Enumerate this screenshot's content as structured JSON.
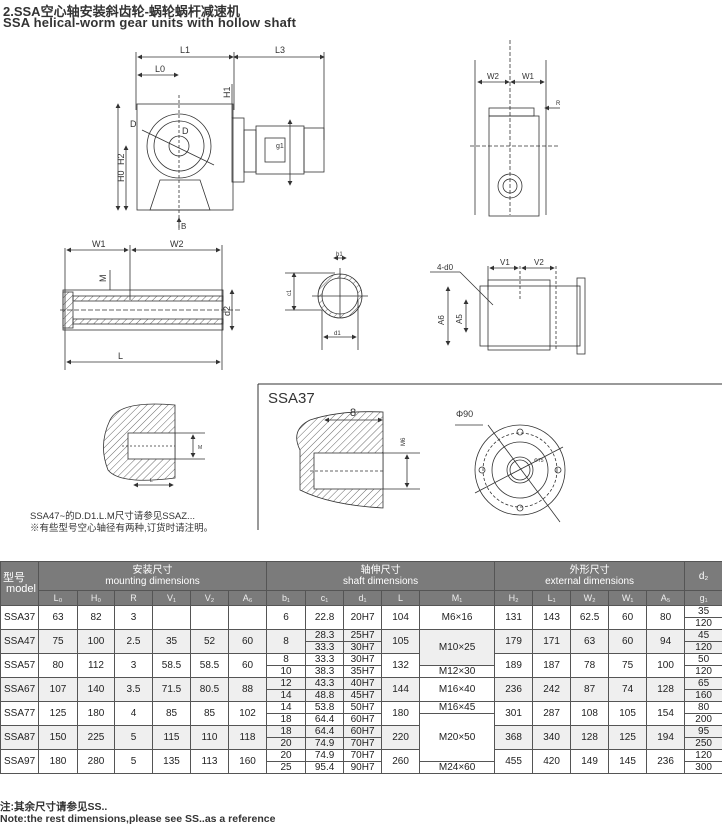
{
  "title_cn": "2.SSA空心轴安装斜齿轮-蜗轮蜗杆减速机",
  "title_en": "SSA helical-worm gear units with hollow shaft",
  "drawings": {
    "main": {
      "L1": "L1",
      "L0": "L0",
      "L3": "L3",
      "H1": "H1",
      "H2": "H2",
      "H0": "H0",
      "D": "D",
      "B": "B",
      "g1": "g1"
    },
    "side": {
      "W2": "W2",
      "W1": "W1",
      "R": "R"
    },
    "shaft": {
      "W1": "W1",
      "W2": "W2",
      "M": "M",
      "d2": "d2",
      "L": "L"
    },
    "section": {
      "b1": "b1",
      "c1": "c1",
      "d1": "d1"
    },
    "flange": {
      "d0": "4-d0",
      "V1": "V1",
      "V2": "V2",
      "A6": "A6",
      "A5": "A5"
    },
    "detail": {
      "M": "M",
      "L": "L"
    },
    "ssa37": {
      "title": "SSA37",
      "depth": "8",
      "thread": "M6",
      "outer": "Φ90",
      "inner": "Φ75"
    }
  },
  "notes": [
    "SSA47~的D.D1.L.M尺寸请参见SSAZ...",
    "※有些型号空心轴径有两种,订货时请注明。"
  ],
  "table": {
    "model_cn": "型号",
    "model_en": "model",
    "groups": [
      {
        "cn": "安装尺寸",
        "en": "mounting dimensions"
      },
      {
        "cn": "轴伸尺寸",
        "en": "shaft dimensions"
      },
      {
        "cn": "外形尺寸",
        "en": "external dimensions"
      }
    ],
    "d2_label": "d₂",
    "g1_label": "g₁",
    "columns": [
      "L₀",
      "H₀",
      "R",
      "V₁",
      "V₂",
      "A₆",
      "b₁",
      "c₁",
      "d₁",
      "L",
      "M₁",
      "H₂",
      "L₁",
      "W₂",
      "W₁",
      "A₅"
    ],
    "rows": [
      {
        "model": "SSA37",
        "L0": "63",
        "H0": "82",
        "R": "3",
        "V1": "",
        "V2": "",
        "A6": "",
        "b1": [
          "6"
        ],
        "c1": [
          "22.8"
        ],
        "d1": [
          "20H7"
        ],
        "L": "104",
        "H2": "131",
        "L1": "143",
        "W2": "62.5",
        "W1": "60",
        "A5": "80",
        "d2": "35",
        "g1": "120"
      },
      {
        "model": "SSA47",
        "L0": "75",
        "H0": "100",
        "R": "2.5",
        "V1": "35",
        "V2": "52",
        "A6": "60",
        "b1": [
          "8"
        ],
        "c1": [
          "28.3",
          "33.3"
        ],
        "d1": [
          "25H7",
          "30H7"
        ],
        "L": "105",
        "H2": "179",
        "L1": "171",
        "W2": "63",
        "W1": "60",
        "A5": "94",
        "d2": "45",
        "g1": "120"
      },
      {
        "model": "SSA57",
        "L0": "80",
        "H0": "112",
        "R": "3",
        "V1": "58.5",
        "V2": "58.5",
        "A6": "60",
        "b1": [
          "8",
          "10"
        ],
        "c1": [
          "33.3",
          "38.3"
        ],
        "d1": [
          "30H7",
          "35H7"
        ],
        "L": "132",
        "H2": "189",
        "L1": "187",
        "W2": "78",
        "W1": "75",
        "A5": "100",
        "d2": "50",
        "g1": "120"
      },
      {
        "model": "SSA67",
        "L0": "107",
        "H0": "140",
        "R": "3.5",
        "V1": "71.5",
        "V2": "80.5",
        "A6": "88",
        "b1": [
          "12",
          "14"
        ],
        "c1": [
          "43.3",
          "48.8"
        ],
        "d1": [
          "40H7",
          "45H7"
        ],
        "L": "144",
        "H2": "236",
        "L1": "242",
        "W2": "87",
        "W1": "74",
        "A5": "128",
        "d2": "65",
        "g1": "160"
      },
      {
        "model": "SSA77",
        "L0": "125",
        "H0": "180",
        "R": "4",
        "V1": "85",
        "V2": "85",
        "A6": "102",
        "b1": [
          "14",
          "18"
        ],
        "c1": [
          "53.8",
          "64.4"
        ],
        "d1": [
          "50H7",
          "60H7"
        ],
        "L": "180",
        "H2": "301",
        "L1": "287",
        "W2": "108",
        "W1": "105",
        "A5": "154",
        "d2": "80",
        "g1": "200"
      },
      {
        "model": "SSA87",
        "L0": "150",
        "H0": "225",
        "R": "5",
        "V1": "115",
        "V2": "110",
        "A6": "118",
        "b1": [
          "18",
          "20"
        ],
        "c1": [
          "64.4",
          "74.9"
        ],
        "d1": [
          "60H7",
          "70H7"
        ],
        "L": "220",
        "H2": "368",
        "L1": "340",
        "W2": "128",
        "W1": "125",
        "A5": "194",
        "d2": "95",
        "g1": "250"
      },
      {
        "model": "SSA97",
        "L0": "180",
        "H0": "280",
        "R": "5",
        "V1": "135",
        "V2": "113",
        "A6": "160",
        "b1": [
          "20",
          "25"
        ],
        "c1": [
          "74.9",
          "95.4"
        ],
        "d1": [
          "70H7",
          "90H7"
        ],
        "L": "260",
        "H2": "455",
        "L1": "420",
        "W2": "149",
        "W1": "145",
        "A5": "236",
        "d2": "120",
        "g1": "300"
      }
    ],
    "m1": [
      {
        "value": "M6×16",
        "start": 0,
        "span": 2
      },
      {
        "value": "M10×25",
        "start": 2,
        "span": 3
      },
      {
        "value": "M12×30",
        "start": 5,
        "span": 1
      },
      {
        "value": "M16×40",
        "start": 6,
        "span": 2
      },
      {
        "value": "M16×45",
        "start": 8,
        "span": 1
      },
      {
        "value": "M20×50",
        "start": 9,
        "span": 4
      },
      {
        "value": "M24×60",
        "start": 13,
        "span": 1
      }
    ]
  },
  "footer_cn": "注:其余尺寸请参见SS..",
  "footer_en": "Note:the rest dimensions,please see SS..as a reference",
  "colors": {
    "header_bg": "#7b7b7b",
    "shade": "#efefef",
    "line": "#333333"
  }
}
